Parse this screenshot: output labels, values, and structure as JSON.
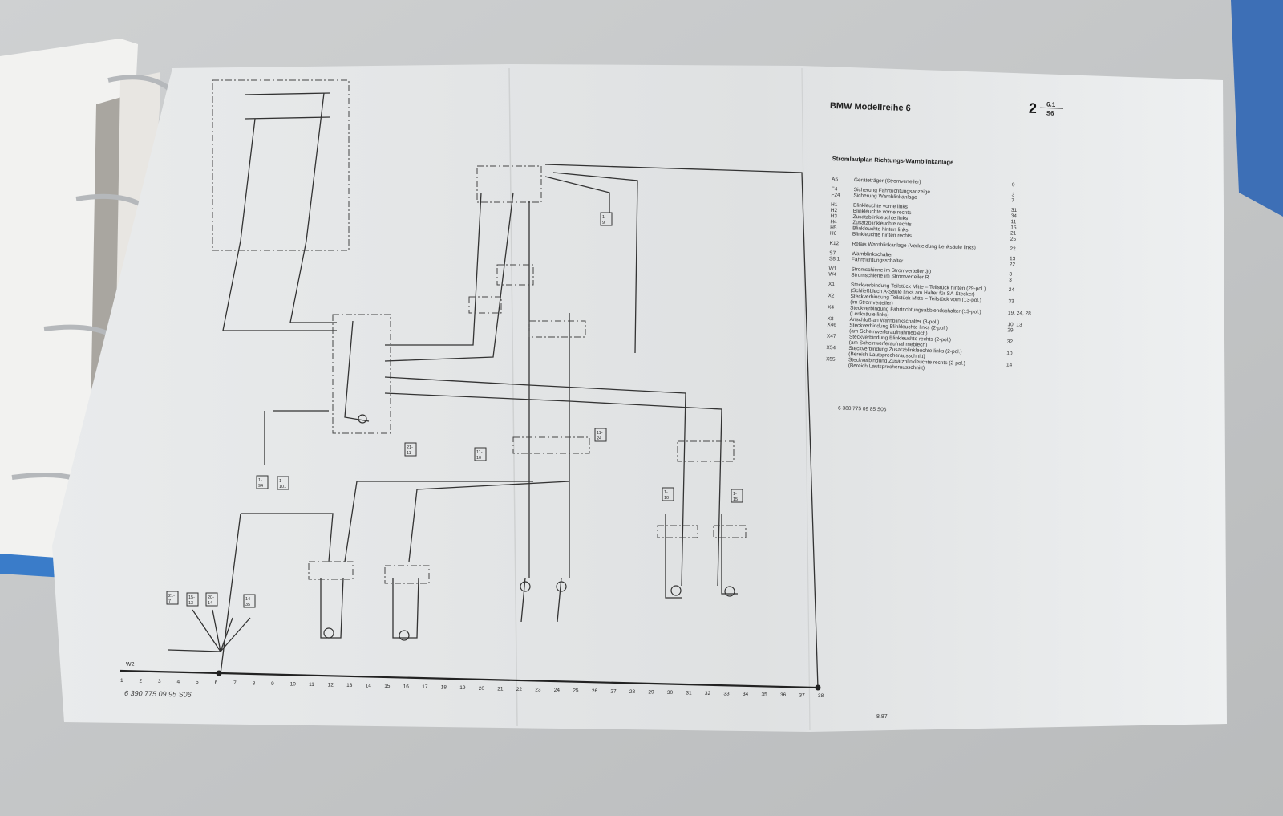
{
  "document": {
    "title": "BMW Modellreihe 6",
    "section_number": "2",
    "section_fraction_top": "6.1",
    "section_fraction_bottom": "S6",
    "subtitle": "Stromlaufplan Richtungs-Warnblinkanlage",
    "legend": [
      {
        "code": "A5",
        "text": "Geräteträger (Stromverteiler)",
        "ref": "9"
      },
      {
        "code": "F4",
        "text": "Sicherung Fahrtrichtungsanzeige",
        "ref": "3"
      },
      {
        "code": "F24",
        "text": "Sicherung Warnblinkanlage",
        "ref": "7"
      },
      {
        "code": "H1",
        "text": "Blinkleuchte vorne links",
        "ref": "31"
      },
      {
        "code": "H2",
        "text": "Blinkleuchte vorne rechts",
        "ref": "34"
      },
      {
        "code": "H3",
        "text": "Zusatzblinkleuchte links",
        "ref": "11"
      },
      {
        "code": "H4",
        "text": "Zusatzblinkleuchte rechts",
        "ref": "15"
      },
      {
        "code": "H5",
        "text": "Blinkleuchte hinten links",
        "ref": "21"
      },
      {
        "code": "H6",
        "text": "Blinkleuchte hinten rechts",
        "ref": "25"
      },
      {
        "code": "K12",
        "text": "Relais Warnblinkanlage (Verkleidung Lenksäule links)",
        "ref": "22"
      },
      {
        "code": "S7",
        "text": "Warnblinkschalter",
        "ref": "13"
      },
      {
        "code": "S8.1",
        "text": "Fahrtrichtungsschalter",
        "ref": "22"
      },
      {
        "code": "W1",
        "text": "Stromschiene im Stromverteiler 30",
        "ref": "3"
      },
      {
        "code": "W4",
        "text": "Stromschiene im Stromverteiler R",
        "ref": "3"
      },
      {
        "code": "X1",
        "text": "Steckverbindung Teilstück Mitte – Teilstück hinten (29-pol.)",
        "ref": "24"
      },
      {
        "code": "",
        "text": "(Schließblech A-Säule links am Halter für SA-Stecker)",
        "ref": ""
      },
      {
        "code": "X2",
        "text": "Steckverbindung Teilstück Mitte – Teilstück vorn (13-pol.)",
        "ref": "33"
      },
      {
        "code": "",
        "text": "(im Stromverteiler)",
        "ref": ""
      },
      {
        "code": "X4",
        "text": "Steckverbindung Fahrtrichtungsabblendschalter (13-pol.)",
        "ref": "19, 24, 28"
      },
      {
        "code": "",
        "text": "(Lenksäule links)",
        "ref": ""
      },
      {
        "code": "X8",
        "text": "Anschluß an Warnblinkschalter (8-pol.)",
        "ref": "10, 13"
      },
      {
        "code": "X46",
        "text": "Steckverbindung Blinkleuchte links (2-pol.)",
        "ref": "29"
      },
      {
        "code": "",
        "text": "(am Scheinwerferaufnahmeblech)",
        "ref": ""
      },
      {
        "code": "X47",
        "text": "Steckverbindung Blinkleuchte rechts (2-pol.)",
        "ref": "32"
      },
      {
        "code": "",
        "text": "(am Scheinwerferaufnahmeblech)",
        "ref": ""
      },
      {
        "code": "X54",
        "text": "Steckverbindung Zusatzblinkleuchte links (2-pol.)",
        "ref": "10"
      },
      {
        "code": "",
        "text": "(Bereich Lautsprecherausschnitt)",
        "ref": ""
      },
      {
        "code": "X55",
        "text": "Steckverbindung Zusatzblinkleuchte rechts (2-pol.)",
        "ref": "14"
      },
      {
        "code": "",
        "text": "(Bereich Lautsprecherausschnitt)",
        "ref": ""
      }
    ],
    "part_number": "6 380 775 09 85 S06",
    "date": "8.87",
    "handwritten_number": "6 390 775 09 95 S06",
    "ground_rail_label": "W2",
    "ruler": [
      "1",
      "2",
      "3",
      "4",
      "5",
      "6",
      "7",
      "8",
      "9",
      "10",
      "11",
      "12",
      "13",
      "14",
      "15",
      "16",
      "17",
      "18",
      "19",
      "20",
      "21",
      "22",
      "23",
      "24",
      "25",
      "26",
      "27",
      "28",
      "29",
      "30",
      "31",
      "32",
      "33",
      "34",
      "35",
      "36",
      "37",
      "38"
    ],
    "ref_boxes": [
      {
        "top": "21-",
        "bottom": "7"
      },
      {
        "top": "15-",
        "bottom": "13"
      },
      {
        "top": "20-",
        "bottom": "14"
      },
      {
        "top": "14-",
        "bottom": "35"
      },
      {
        "top": "1-",
        "bottom": "94"
      },
      {
        "top": "1-",
        "bottom": "101"
      },
      {
        "top": "21-",
        "bottom": "11"
      },
      {
        "top": "11-",
        "bottom": "10"
      },
      {
        "top": "11-",
        "bottom": "24"
      },
      {
        "top": "1-",
        "bottom": "10"
      },
      {
        "top": "1-",
        "bottom": "15"
      },
      {
        "top": "1-",
        "bottom": "9"
      }
    ]
  }
}
